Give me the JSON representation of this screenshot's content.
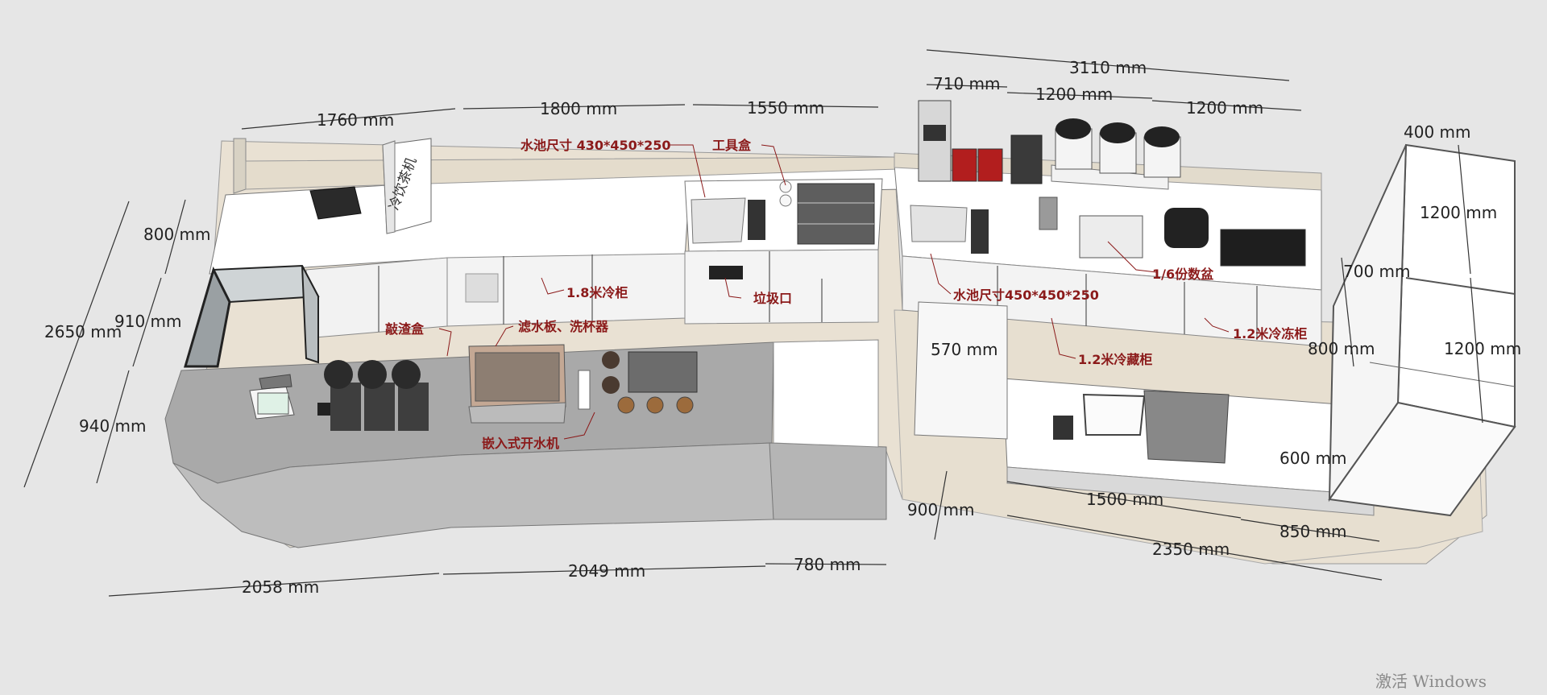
{
  "dimensions": {
    "d1760": "1760 mm",
    "d1800": "1800 mm",
    "d1550": "1550 mm",
    "d3110": "3110 mm",
    "d710": "710 mm",
    "d1200a": "1200 mm",
    "d1200b": "1200 mm",
    "d400": "400 mm",
    "d1200c": "1200 mm",
    "d1200d": "1200 mm",
    "d700": "700 mm",
    "d800r": "800 mm",
    "d800l": "800 mm",
    "d910": "910 mm",
    "d2650": "2650 mm",
    "d940": "940 mm",
    "d570": "570 mm",
    "d600": "600 mm",
    "d1500": "1500 mm",
    "d850": "850 mm",
    "d2350": "2350 mm",
    "d900": "900 mm",
    "d2058": "2058 mm",
    "d2049": "2049 mm",
    "d780": "780 mm"
  },
  "notes": {
    "sink_left": "水池尺寸 430*450*250",
    "toolbox": "工具盒",
    "fridge18": "1.8米冷柜",
    "trash": "垃圾口",
    "knockbox": "敲渣盒",
    "drain": "滤水板、洗杯器",
    "boiler": "嵌入式开水机",
    "sink_right": "水池尺寸450*450*250",
    "pan": "1/6份数盆",
    "freezer12": "1.2米冷冻柜",
    "fridge12": "1.2米冷藏柜"
  },
  "sign_text": "冷饮茶机",
  "watermark": "激活 Windows",
  "colors": {
    "background": "#e6e6e6",
    "counter_top": "#ffffff",
    "counter_front": "#bdbdbd",
    "floor": "#e9e1d3",
    "annotation": "#8b1a1a"
  }
}
